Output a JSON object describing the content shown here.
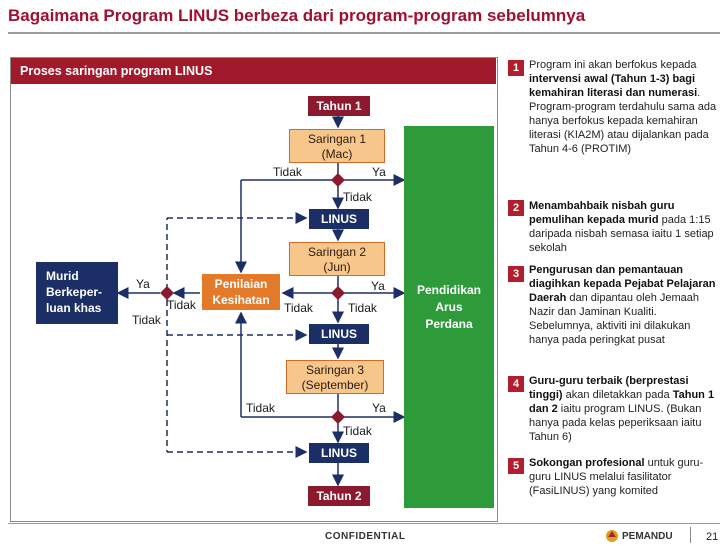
{
  "title": "Bagaimana Program LINUS berbeza dari program-program sebelumnya",
  "panel_title": "Proses saringan program LINUS",
  "flow": {
    "tahun1": "Tahun 1",
    "saringan1_l1": "Saringan 1",
    "saringan1_l2": "(Mac)",
    "saringan2_l1": "Saringan 2",
    "saringan2_l2": "(Jun)",
    "saringan3_l1": "Saringan 3",
    "saringan3_l2": "(September)",
    "linus": "LINUS",
    "tahun2": "Tahun 2",
    "penilaian_l1": "Penilaian",
    "penilaian_l2": "Kesihatan",
    "murid_l1": "Murid",
    "murid_l2": "Berkeper-",
    "murid_l3": "luan khas",
    "pendidikan_l1": "Pendidikan",
    "pendidikan_l2": "Arus",
    "pendidikan_l3": "Perdana",
    "tidak": "Tidak",
    "ya": "Ya"
  },
  "points": [
    {
      "num": "1",
      "parts": [
        {
          "t": "Program ini akan berfokus kepada ",
          "b": false
        },
        {
          "t": "intervensi awal (Tahun 1-3) bagi kemahiran literasi dan numerasi",
          "b": true
        },
        {
          "t": ". Program-program terdahulu sama ada hanya berfokus kepada kemahiran literasi (KIA2M) atau dijalankan pada Tahun 4-6 (PROTIM)",
          "b": false
        }
      ]
    },
    {
      "num": "2",
      "parts": [
        {
          "t": "Menambahbaik nisbah guru pemulihan kepada murid",
          "b": true
        },
        {
          "t": " pada 1:15 daripada nisbah semasa iaitu 1 setiap sekolah",
          "b": false
        }
      ]
    },
    {
      "num": "3",
      "parts": [
        {
          "t": "Pengurusan dan pemantauan diagihkan kepada Pejabat Pelajaran Daerah",
          "b": true
        },
        {
          "t": " dan dipantau oleh Jemaah Nazir dan Jaminan Kualiti. Sebelumnya, aktiviti ini dilakukan hanya pada peringkat pusat",
          "b": false
        }
      ]
    },
    {
      "num": "4",
      "parts": [
        {
          "t": "Guru-guru terbaik (berprestasi tinggi)",
          "b": true
        },
        {
          "t": " akan diletakkan pada ",
          "b": false
        },
        {
          "t": "Tahun 1 dan 2",
          "b": true
        },
        {
          "t": " iaitu program LINUS. (Bukan hanya pada kelas peperiksaan iaitu Tahun 6)",
          "b": false
        }
      ]
    },
    {
      "num": "5",
      "parts": [
        {
          "t": "Sokongan profesional",
          "b": true
        },
        {
          "t": " untuk guru-guru LINUS melalui fasilitator (FasiLINUS) yang komited",
          "b": false
        }
      ]
    }
  ],
  "footer": {
    "confidential": "CONFIDENTIAL",
    "logo": "PEMANDU",
    "page": "21"
  },
  "colors": {
    "title": "#a01030",
    "navy": "#1b2f66",
    "maroon": "#8b1a2e",
    "orange": "#e37a2a",
    "green": "#2d9b3a",
    "peach": "#f7c68a"
  }
}
